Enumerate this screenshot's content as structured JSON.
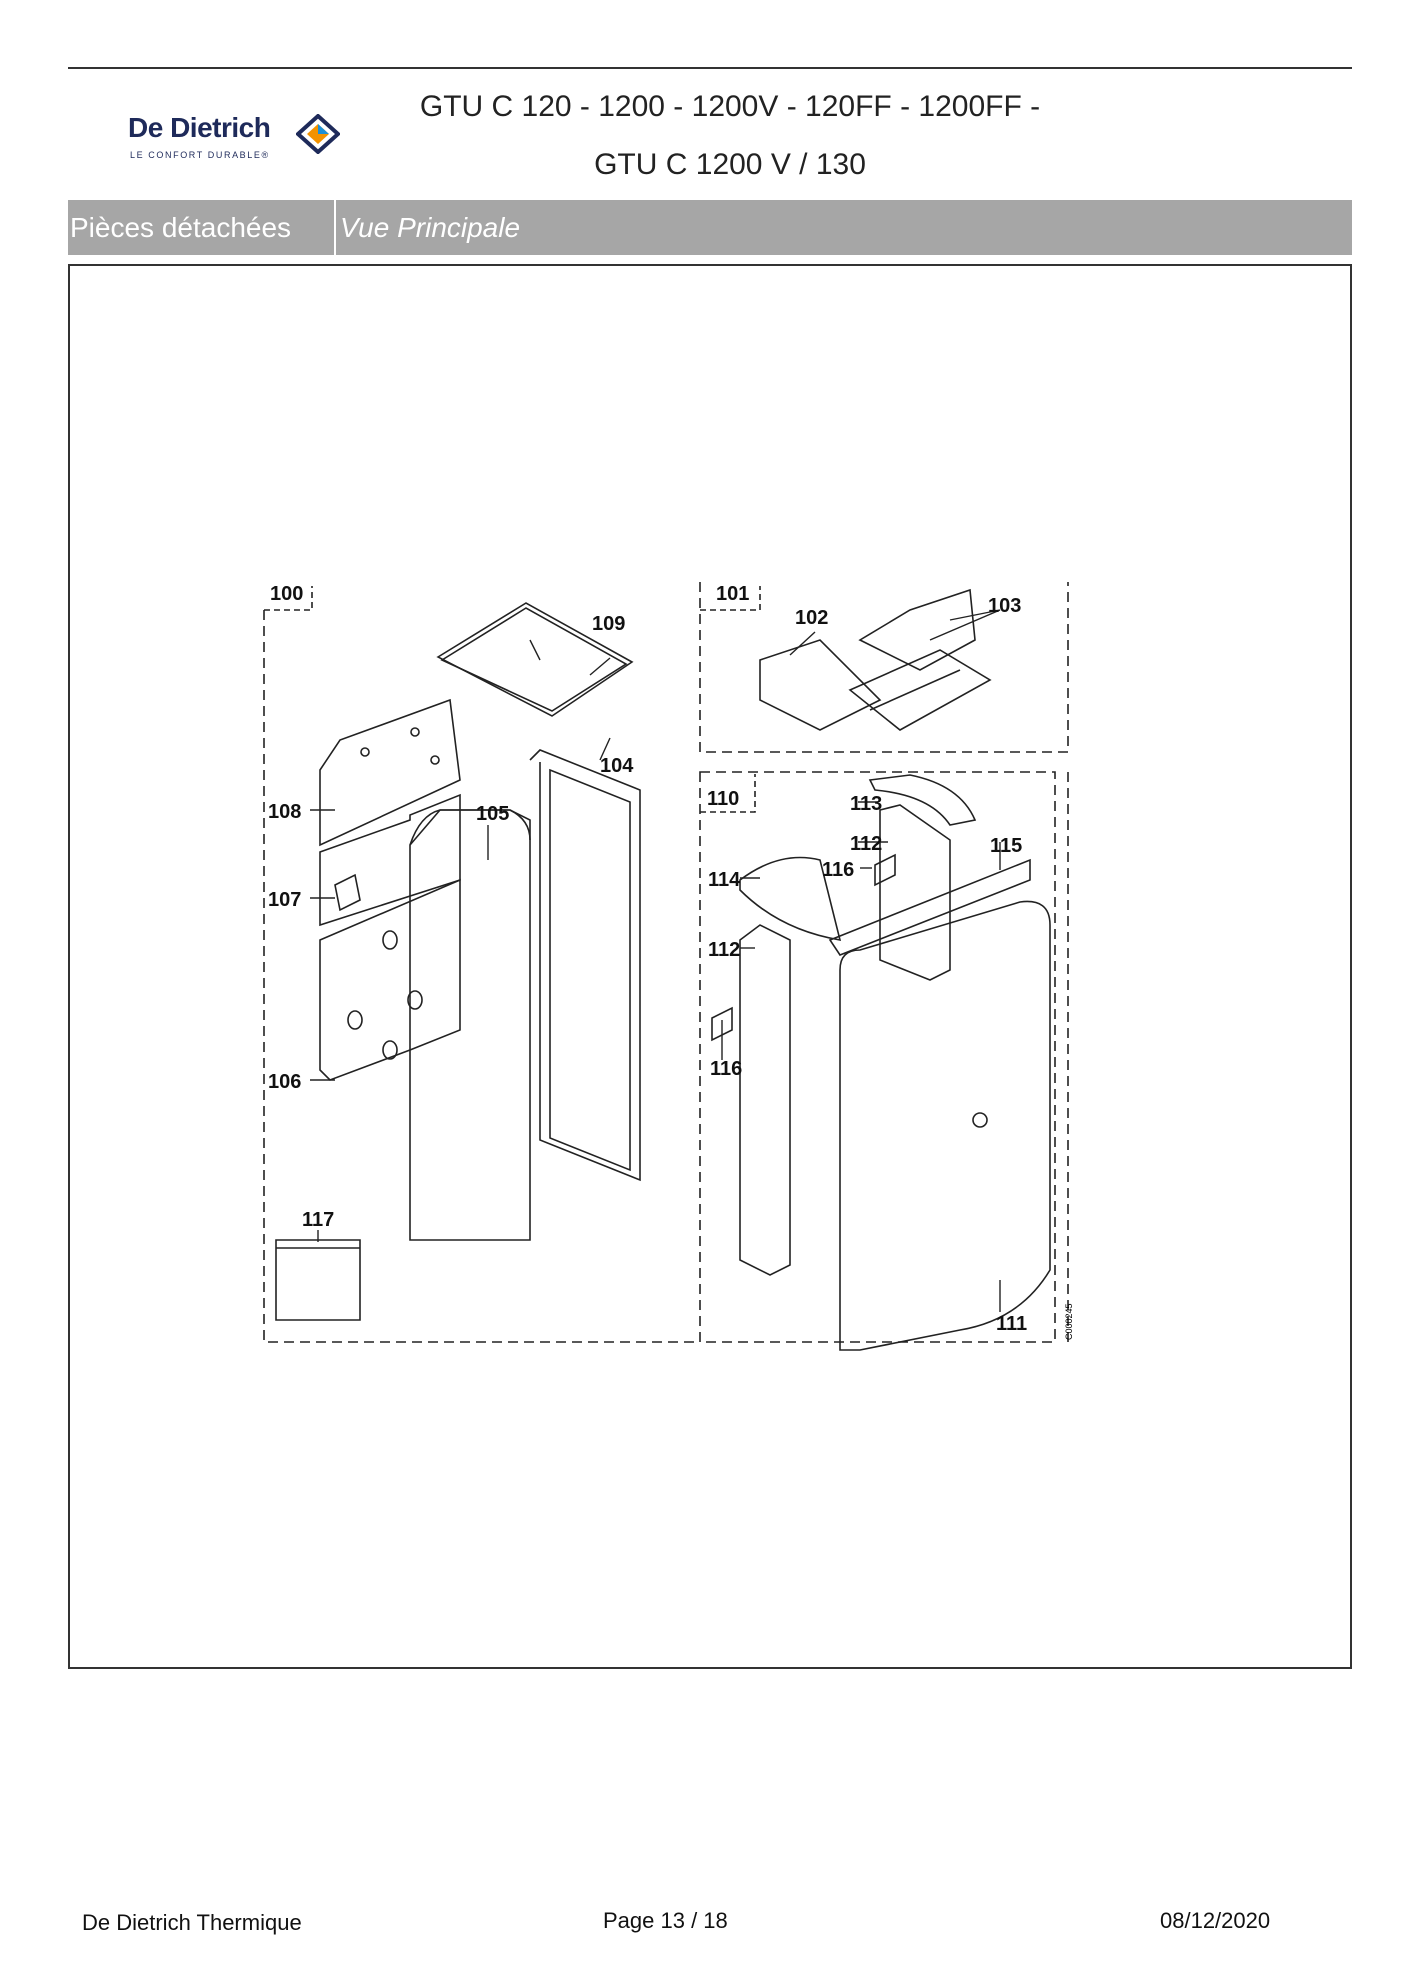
{
  "header": {
    "brand_name": "De Dietrich",
    "brand_tagline": "LE CONFORT DURABLE®",
    "title_line1": "GTU C 120 - 1200 - 1200V - 120FF - 1200FF -",
    "title_line2": "GTU C 1200 V / 130"
  },
  "section_bar": {
    "category": "Pièces détachées",
    "view": "Vue Principale"
  },
  "diagram": {
    "labels": {
      "g100": "100",
      "g101": "101",
      "g110": "110",
      "p102": "102",
      "p103": "103",
      "p104": "104",
      "p105": "105",
      "p106": "106",
      "p107": "107",
      "p108": "108",
      "p109": "109",
      "p111": "111",
      "p112a": "112",
      "p112b": "112",
      "p113": "113",
      "p114": "114",
      "p115": "115",
      "p116a": "116",
      "p116b": "116",
      "p117": "117"
    },
    "code": "C000245"
  },
  "footer": {
    "company": "De Dietrich Thermique",
    "page": "Page 13  /  18",
    "date": "08/12/2020"
  },
  "colors": {
    "bar_bg": "#a6a6a6",
    "brand_navy": "#1e2a5a",
    "brand_orange": "#f39200"
  }
}
